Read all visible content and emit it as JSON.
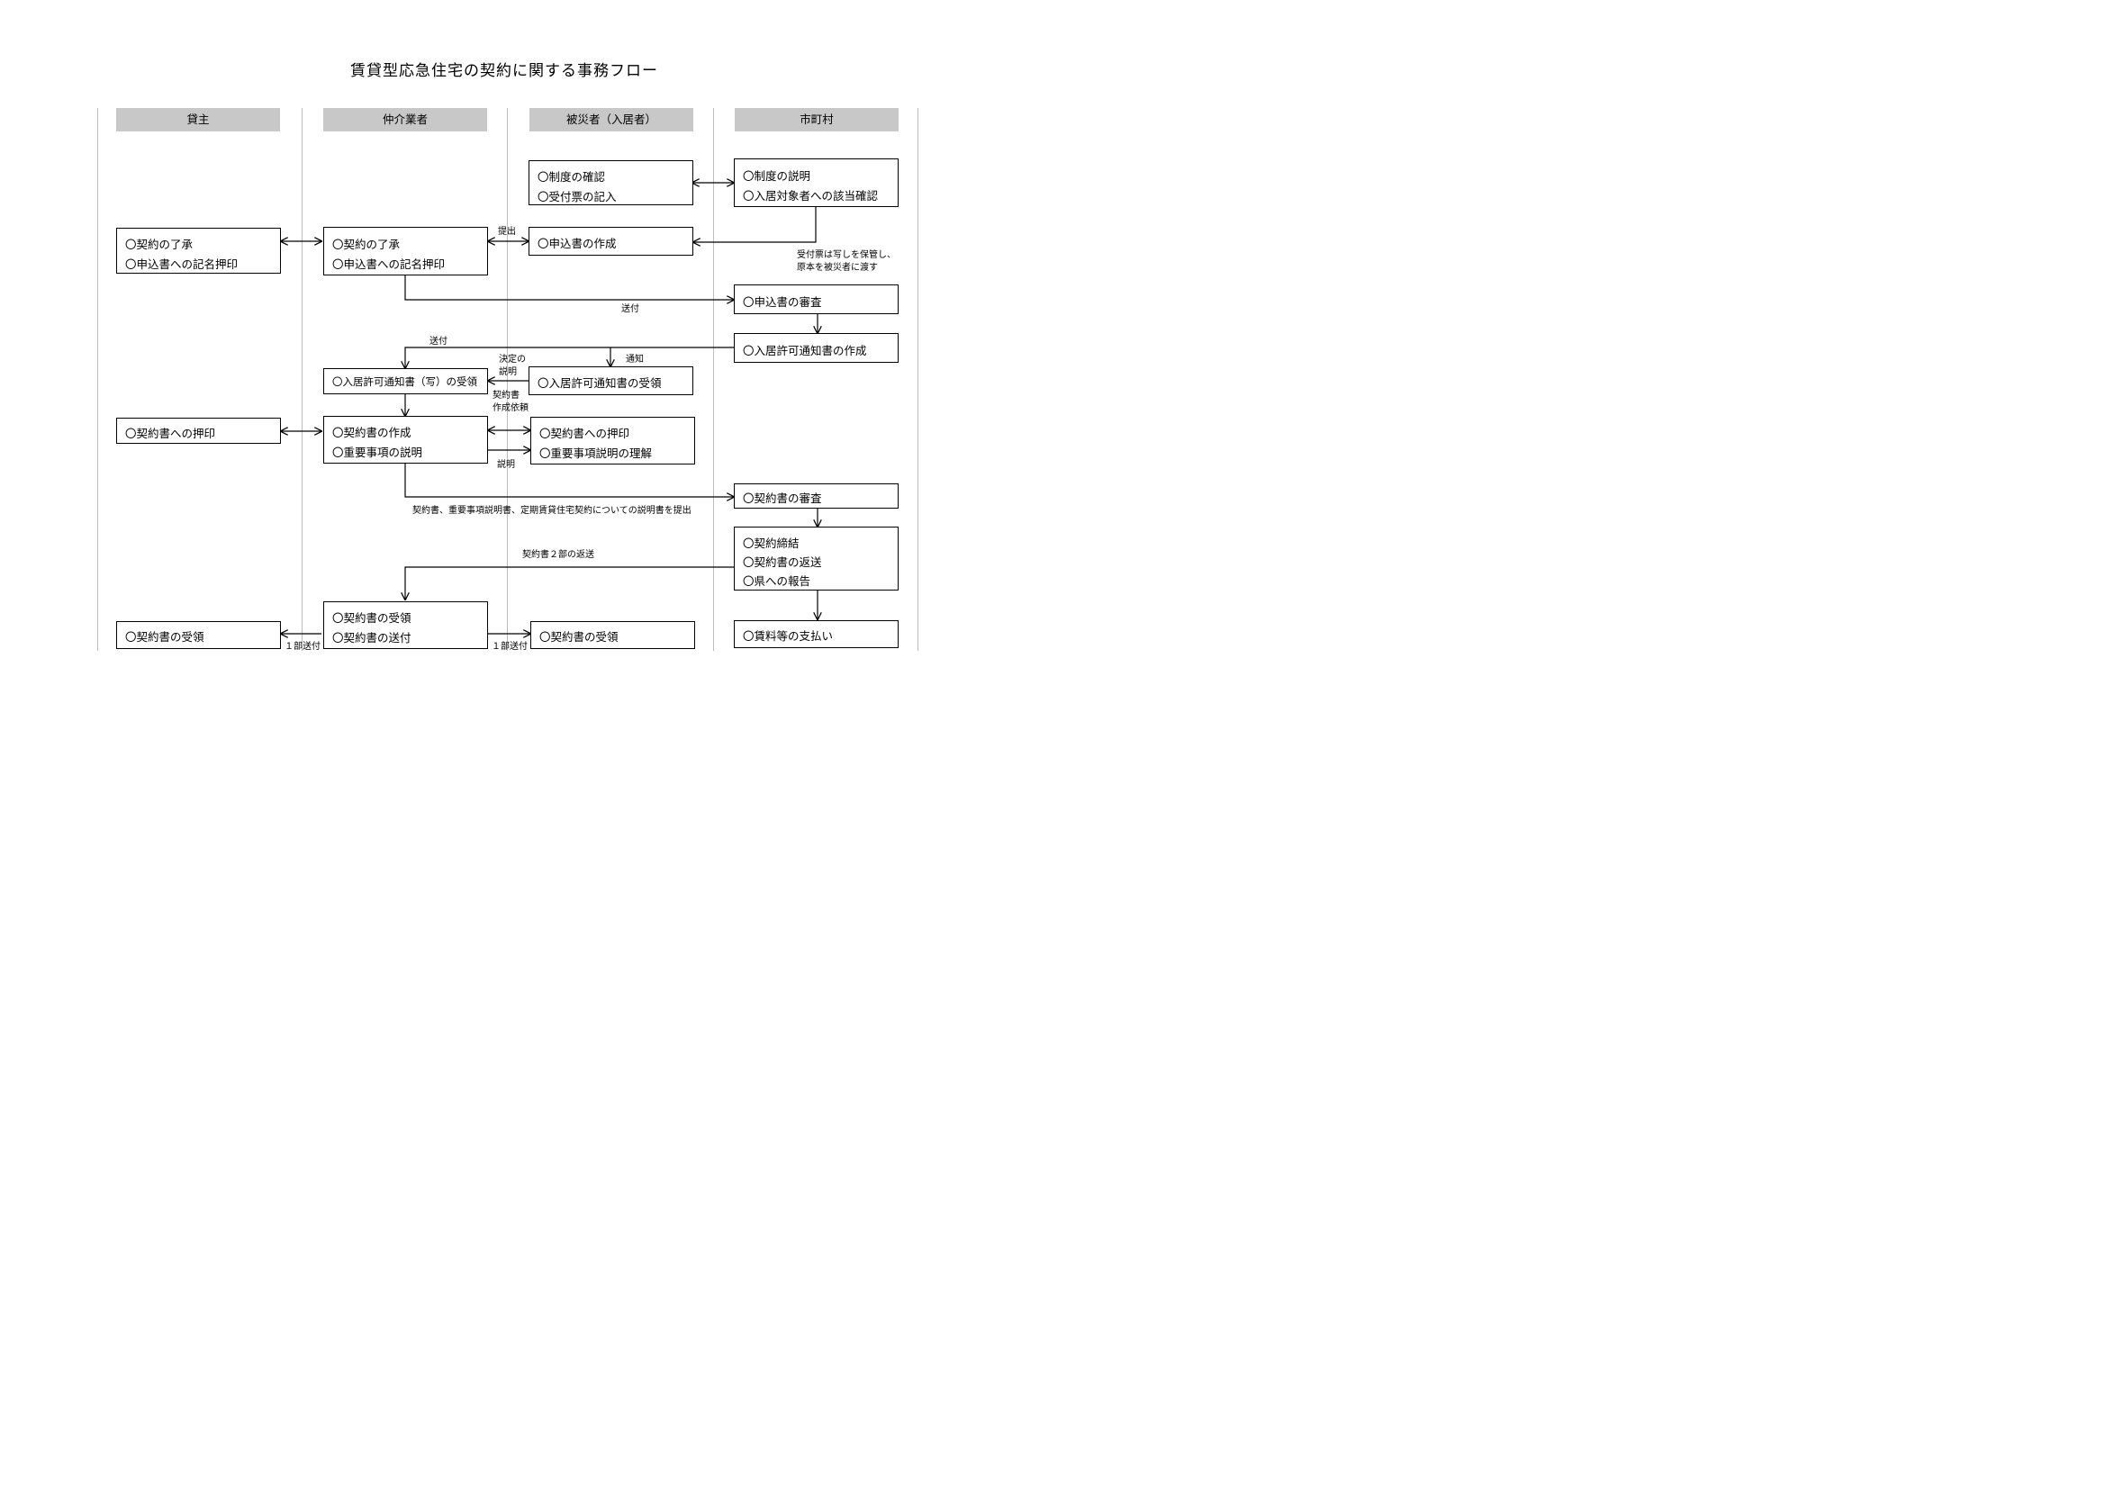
{
  "title": "賃貸型応急住宅の契約に関する事務フロー",
  "lanes": [
    "貸主",
    "仲介業者",
    "被災者（入居者）",
    "市町村"
  ],
  "boxes": {
    "victim_seido": [
      "〇制度の確認",
      "〇受付票の記入"
    ],
    "city_seido": [
      "〇制度の説明",
      "〇入居対象者への該当確認"
    ],
    "owner_keiyaku": [
      "〇契約の了承",
      "〇申込書への記名押印"
    ],
    "broker_keiyaku": [
      "〇契約の了承",
      "〇申込書への記名押印"
    ],
    "victim_moushikomi": [
      "〇申込書の作成"
    ],
    "city_shinsa": [
      "〇申込書の審査"
    ],
    "city_kyoka": [
      "〇入居許可通知書の作成"
    ],
    "broker_kyoka": [
      "〇入居許可通知書（写）の受領"
    ],
    "victim_kyoka": [
      "〇入居許可通知書の受領"
    ],
    "owner_oin": [
      "〇契約書への押印"
    ],
    "broker_sakusei": [
      "〇契約書の作成",
      "〇重要事項の説明"
    ],
    "victim_oin": [
      "〇契約書への押印",
      "〇重要事項説明の理解"
    ],
    "city_keiyaku_shinsa": [
      "〇契約書の審査"
    ],
    "city_teiketsu": [
      "〇契約締結",
      "〇契約書の返送",
      "〇県への報告"
    ],
    "broker_juryo": [
      "〇契約書の受領",
      "〇契約書の送付"
    ],
    "owner_juryo": [
      "〇契約書の受領"
    ],
    "victim_juryo": [
      "〇契約書の受領"
    ],
    "city_shiharai": [
      "〇賃料等の支払い"
    ]
  },
  "labels": {
    "teishutsu": "提出",
    "uketsuke_note_1": "受付票は写しを保管し、",
    "uketsuke_note_2": "原本を被災者に渡す",
    "soufu_1": "送付",
    "soufu_2": "送付",
    "tsuchi": "通知",
    "kettei_1": "決定の",
    "kettei_2": "説明",
    "sakusei_irai_1": "契約書",
    "sakusei_irai_2": "作成依頼",
    "setsumei": "説明",
    "teishutsu_docs": "契約書、重要事項説明書、定期賃貸住宅契約についての説明書を提出",
    "hensou": "契約書２部の返送",
    "ichibu_soufu_owner": "１部送付",
    "ichibu_soufu_victim": "１部送付"
  }
}
